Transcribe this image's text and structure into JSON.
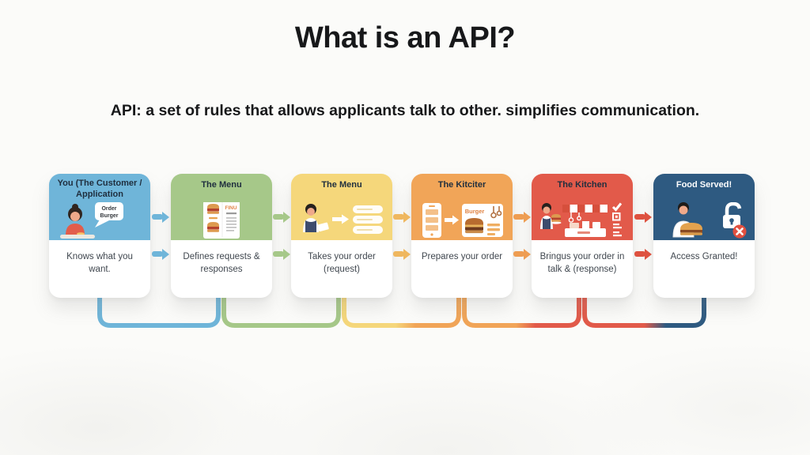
{
  "title": "What is an API?",
  "subtitle": "API: a set of rules that allows applicants talk to other. simplifies communication.",
  "cards": [
    {
      "title": "You (The Customer / Application",
      "body": "Knows what you want.",
      "color": "#6FB5D9",
      "icon": "customer-ordering",
      "bubble": {
        "line1": "Order",
        "line2": "Burger"
      }
    },
    {
      "title": "The Menu",
      "body": "Defines requests & responses",
      "color": "#A6C889",
      "icon": "menu-card",
      "menu_label": "FINU"
    },
    {
      "title": "The Menu",
      "body": "Takes your order (request)",
      "color": "#F5D77B",
      "icon": "waiter-request-form"
    },
    {
      "title": "The Kitciter",
      "body": "Prepares your order",
      "color": "#F1A558",
      "icon": "phone-to-kitchen",
      "order_label": "Burger"
    },
    {
      "title": "The Kitchen",
      "body": "Bringus your order in talk & (response)",
      "color": "#E25A4A",
      "icon": "kitchen-stall-checklist"
    },
    {
      "title": "Food Served!",
      "body": "Access Granted!",
      "color": "#2E5A81",
      "icon": "burger-unlocked"
    }
  ],
  "flow_colors": {
    "blue": "#6FB5D9",
    "green": "#A6C889",
    "yellow": "#F5D77B",
    "orange": "#F1A558",
    "red": "#E25A4A",
    "navy": "#2E5A81"
  }
}
